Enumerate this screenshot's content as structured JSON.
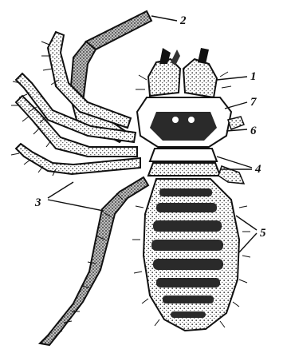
{
  "diagram": {
    "callouts": [
      {
        "key": "c1",
        "label": "1"
      },
      {
        "key": "c2",
        "label": "2"
      },
      {
        "key": "c3",
        "label": "3"
      },
      {
        "key": "c4",
        "label": "4"
      },
      {
        "key": "c5",
        "label": "5"
      },
      {
        "key": "c6",
        "label": "6"
      },
      {
        "key": "c7",
        "label": "7"
      }
    ]
  },
  "colors": {
    "ink": "#111111",
    "paper": "#ffffff",
    "stipple": "#b8b8b8",
    "dark_band": "#2a2a2a"
  }
}
